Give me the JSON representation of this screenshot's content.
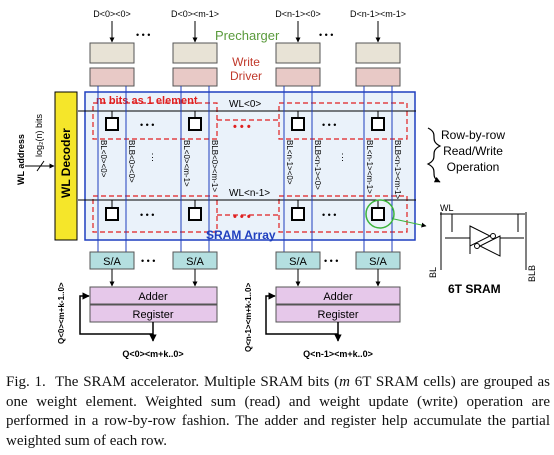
{
  "diagram": {
    "data_inputs": [
      "D<0><0>",
      "D<0><m-1>",
      "D<n-1><0>",
      "D<n-1><m-1>"
    ],
    "precharger_label": "Precharger",
    "write_driver_label": [
      "Write",
      "Driver"
    ],
    "element_note": "m bits as 1 element",
    "wordlines": [
      "WL<0>",
      "WL<n-1>"
    ],
    "decoder_label": "WL Decoder",
    "decoder_input_label": "log₂(n) bits",
    "wl_address_label": "WL address",
    "bitlines": [
      "BL<0><0>",
      "BLB<0><0>",
      "BL<0><m-1>",
      "BLB<0><m-1>",
      "BL<n-1><0>",
      "BLB<n-1><0>",
      "BL<n-1><m-1>",
      "BLB<n-1><m-1>"
    ],
    "array_label": "SRAM Array",
    "operation_label": [
      "Row-by-row",
      "Read/Write",
      "Operation"
    ],
    "sense_amp_label": "S/A",
    "adder_label": "Adder",
    "register_label": "Register",
    "left_sum_input": "Q<0><m+k-1..0>",
    "right_sum_input": "Q<n-1><m+k-1..0>",
    "left_output": "Q<0><m+k..0>",
    "right_output": "Q<n-1><m+k..0>",
    "cell_wl": "WL",
    "cell_bl": "BL",
    "cell_blb": "BLB",
    "cell_title": "6T SRAM",
    "dots": "• • •",
    "red_dots": "• • •"
  },
  "caption": {
    "fig_label": "Fig. 1.",
    "part1": "The SRAM accelerator. Multiple SRAM bits (",
    "m": "m",
    "part2": " 6T SRAM cells) are grouped as one weight element. Weighted sum (read) and weight update (write) operation are performed in a row-by-row fashion. The adder and register help accumulate the partial weighted sum of each row."
  }
}
